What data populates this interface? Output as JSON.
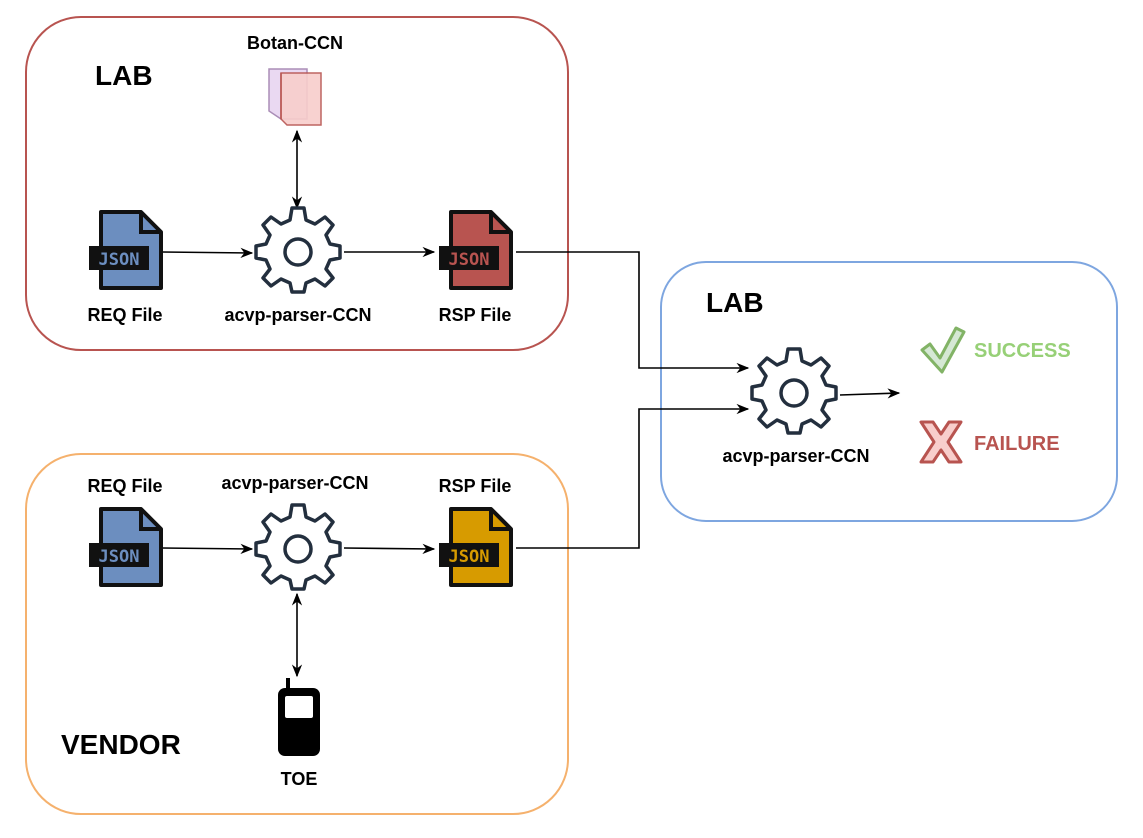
{
  "diagram": {
    "lab_top": {
      "title": "LAB",
      "library_label": "Botan-CCN",
      "req_label": "REQ File",
      "parser_label": "acvp-parser-CCN",
      "rsp_label": "RSP File"
    },
    "vendor": {
      "title": "VENDOR",
      "req_label": "REQ File",
      "parser_label": "acvp-parser-CCN",
      "rsp_label": "RSP File",
      "toe_label": "TOE"
    },
    "lab_right": {
      "title": "LAB",
      "parser_label": "acvp-parser-CCN",
      "success_label": "SUCCESS",
      "failure_label": "FAILURE"
    },
    "file_badge": "JSON",
    "colors": {
      "lab_top_border": "#b85450",
      "vendor_border": "#f5b16d",
      "lab_right_border": "#7ea6e0",
      "req_file": "#6c8ebf",
      "rsp_lab_file": "#b85450",
      "rsp_vendor_file": "#d79b00",
      "success": "#97d077",
      "failure": "#b85450"
    },
    "icons": [
      "json-file-icon",
      "gear-icon",
      "book-icon",
      "mobile-phone-icon",
      "check-icon",
      "cross-icon"
    ]
  }
}
